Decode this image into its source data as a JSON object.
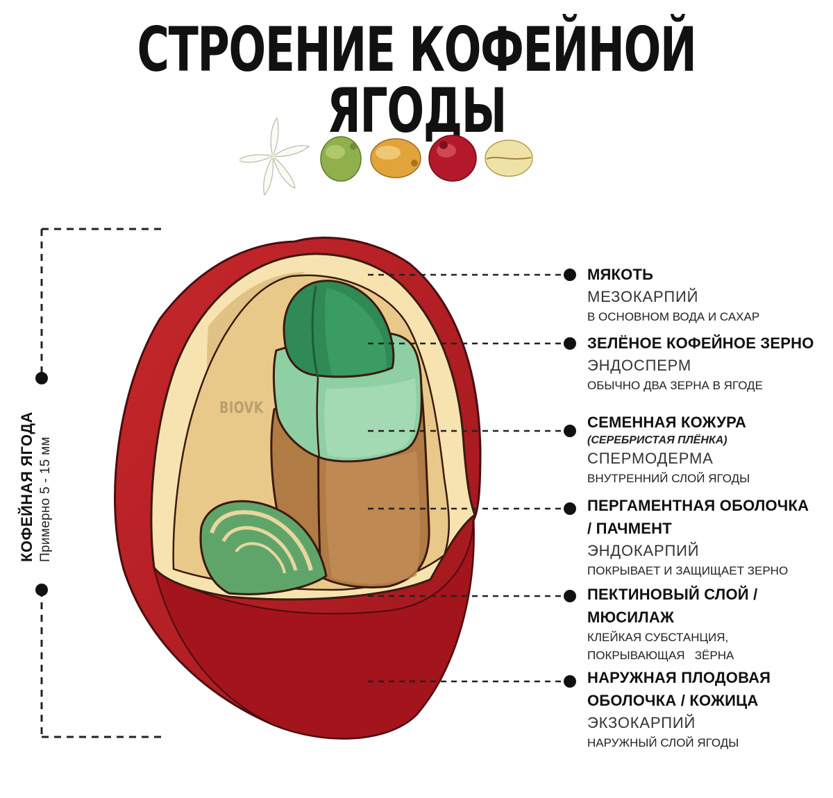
{
  "title": "СТРОЕНИЕ КОФЕЙНОЙ ЯГОДЫ",
  "stages": [
    {
      "icon": "flower-icon",
      "color": "#ffffff"
    },
    {
      "icon": "green-berry-icon",
      "color": "#8fb04a"
    },
    {
      "icon": "yellow-berry-icon",
      "color": "#e0a43a"
    },
    {
      "icon": "red-berry-icon",
      "color": "#b3182b"
    },
    {
      "icon": "green-bean-icon",
      "color": "#efe2a6"
    }
  ],
  "size_label": {
    "title": "КОФЕЙНАЯ ЯГОДА",
    "subtitle": "Примерно 5 - 15 мм"
  },
  "watermark": "BIOVK",
  "labels": [
    {
      "title": "МЯКОТЬ",
      "term": "МЕЗОКАРПИЙ",
      "desc": "В ОСНОВНОМ ВОДА И САХАР"
    },
    {
      "title": "ЗЕЛЁНОЕ КОФЕЙНОЕ ЗЕРНО",
      "term": "ЭНДОСПЕРМ",
      "desc": "ОБЫЧНО ДВА ЗЕРНА В ЯГОДЕ"
    },
    {
      "title": "СЕМЕННАЯ КОЖУРА",
      "subtitle": "(СЕРЕБРИСТАЯ ПЛЁНКА)",
      "term": "СПЕРМОДЕРМА",
      "desc": "ВНУТРЕННИЙ СЛОЙ ЯГОДЫ"
    },
    {
      "title": "ПЕРГАМЕНТНАЯ ОБОЛОЧКА",
      "title2": "/ ПАЧМЕНТ",
      "term": "ЭНДОКАРПИЙ",
      "desc": "ПОКРЫВАЕТ И ЗАЩИЩАЕТ ЗЕРНО"
    },
    {
      "title": "ПЕКТИНОВЫЙ СЛОЙ /",
      "title2": "МЮСИЛАЖ",
      "desc": "КЛЕЙКАЯ СУБСТАНЦИЯ,",
      "desc2": "ПОКРЫВАЮЩАЯ   ЗЁРНА"
    },
    {
      "title": "НАРУЖНАЯ ПЛОДОВАЯ",
      "title2": "ОБОЛОЧКА / КОЖИЦА",
      "term": "ЭКЗОКАРПИЙ",
      "desc": "НАРУЖНЫЙ СЛОЙ ЯГОДЫ"
    }
  ],
  "colors": {
    "skin": "#b01c22",
    "skin_dark": "#8c1418",
    "pulp": "#f7e3b0",
    "pulp_shade": "#d9b777",
    "parchment": "#b07b44",
    "silverskin": "#8fcfa4",
    "bean": "#2f8a55",
    "outline": "#3a1a10"
  }
}
